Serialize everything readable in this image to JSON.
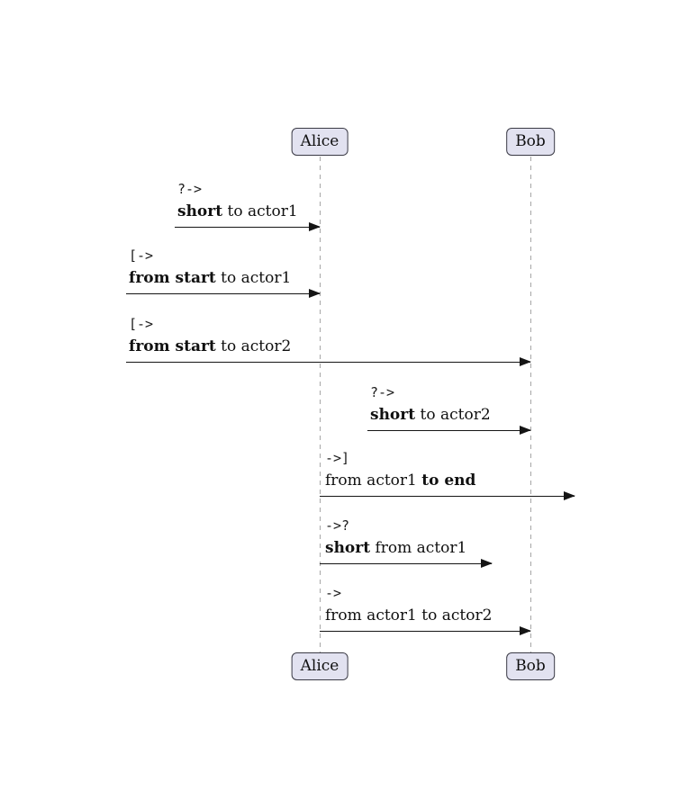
{
  "diagram": {
    "type": "sequence-diagram",
    "actors": [
      {
        "name": "Alice"
      },
      {
        "name": "Bob"
      }
    ],
    "messages": [
      {
        "op": "?->",
        "parts": [
          {
            "text": "short",
            "bold": true
          },
          {
            "text": " to actor1",
            "bold": false
          }
        ]
      },
      {
        "op": "[->",
        "parts": [
          {
            "text": "from start",
            "bold": true
          },
          {
            "text": " to actor1",
            "bold": false
          }
        ]
      },
      {
        "op": "[->",
        "parts": [
          {
            "text": "from start",
            "bold": true
          },
          {
            "text": " to actor2",
            "bold": false
          }
        ]
      },
      {
        "op": "?->",
        "parts": [
          {
            "text": "short",
            "bold": true
          },
          {
            "text": " to actor2",
            "bold": false
          }
        ]
      },
      {
        "op": "->]",
        "parts": [
          {
            "text": "from actor1 ",
            "bold": false
          },
          {
            "text": "to end",
            "bold": true
          }
        ]
      },
      {
        "op": "->?",
        "parts": [
          {
            "text": "short",
            "bold": true
          },
          {
            "text": " from actor1",
            "bold": false
          }
        ]
      },
      {
        "op": "->",
        "parts": [
          {
            "text": "from actor1 to actor2",
            "bold": false
          }
        ]
      }
    ],
    "colors": {
      "actor_fill": "#e2e2f0",
      "actor_border": "#3a3a45",
      "lifeline": "#a6a6a6",
      "arrow": "#151515"
    }
  }
}
